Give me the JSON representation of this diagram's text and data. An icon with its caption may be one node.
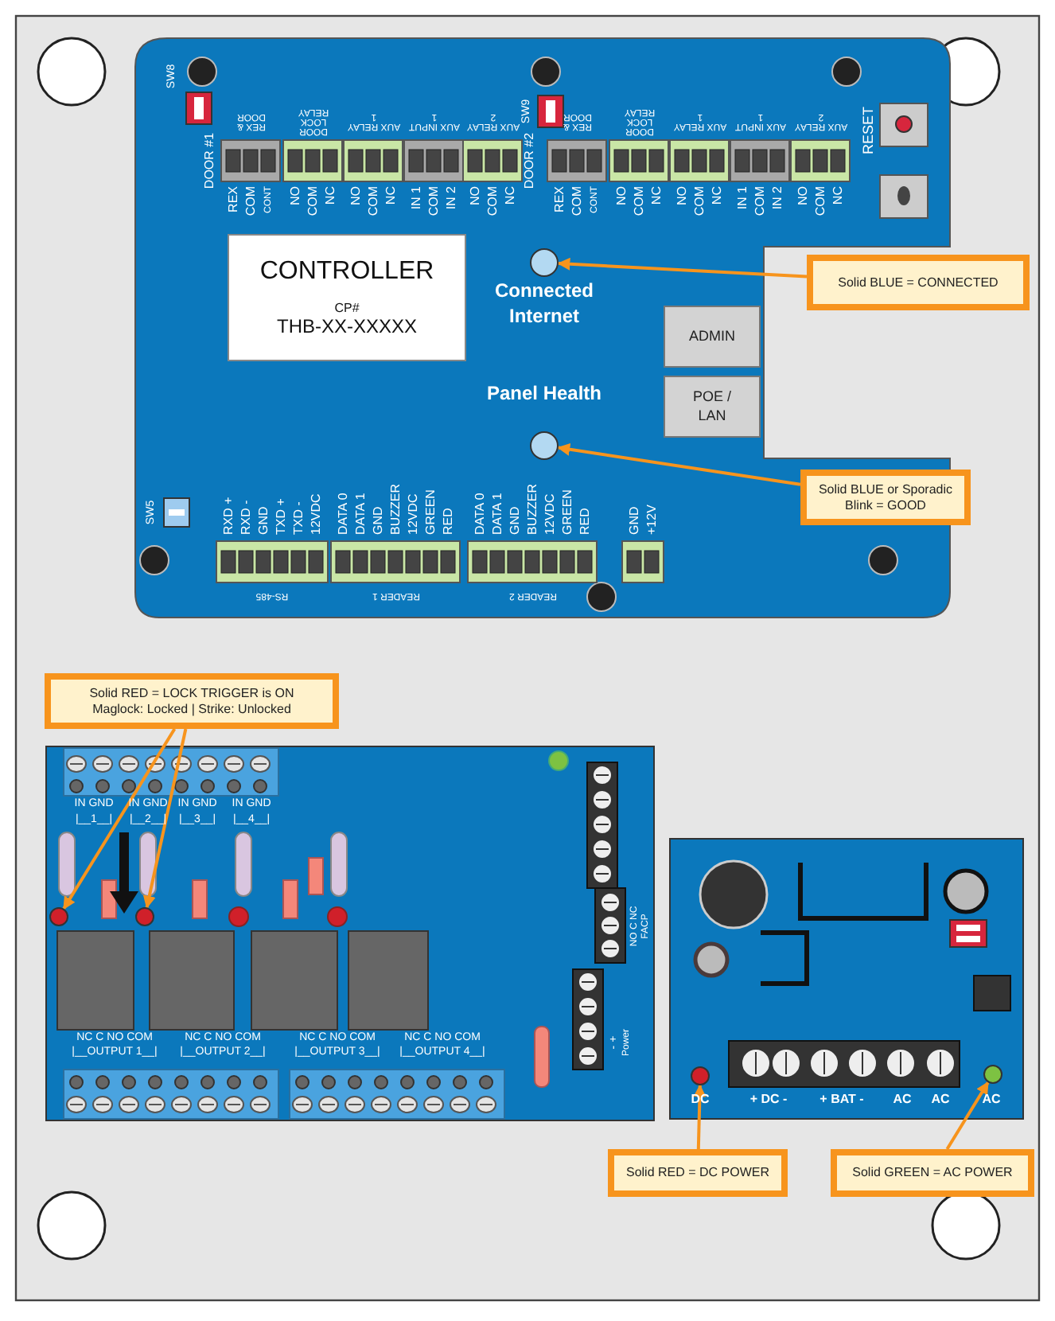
{
  "diagram": {
    "nodes": [
      {
        "text": [
          "CONTROLLER",
          "CP#",
          "THB-XX-XXXXX"
        ]
      },
      {
        "text": [],
        "shape": "circle",
        "beside": [
          "Connected Internet"
        ]
      },
      {
        "text": [
          "Solid BLUE = CONNECTED"
        ]
      },
      {
        "text": [
          "ADMIN"
        ]
      },
      {
        "text": [
          "POE / LAN"
        ]
      },
      {
        "text": [],
        "shape": "circle",
        "beside": [
          "Panel Health"
        ]
      },
      {
        "text": [
          "Solid BLUE or Sporadic Blink = GOOD"
        ]
      },
      {
        "text": [
          "Solid RED = LOCK TRIGGER is ON",
          "Maglock: Locked | Strike: Unlocked"
        ]
      },
      {
        "text": [],
        "shape": "circle"
      },
      {
        "text": [],
        "shape": "circle"
      },
      {
        "text": [
          "Solid RED = DC POWER"
        ]
      },
      {
        "text": [],
        "shape": "circle",
        "beside": [
          "DC"
        ]
      },
      {
        "text": [
          "Solid GREEN = AC POWER"
        ]
      },
      {
        "text": [],
        "shape": "circle",
        "beside": [
          "AC"
        ]
      }
    ],
    "edges": [
      {
        "from": 2,
        "to": 1,
        "arrow": "to"
      },
      {
        "from": 6,
        "to": 5,
        "arrow": "to"
      },
      {
        "from": 7,
        "to": 8,
        "arrow": "to"
      },
      {
        "from": 7,
        "to": 9,
        "arrow": "to"
      },
      {
        "from": 10,
        "to": 11,
        "arrow": "to"
      },
      {
        "from": 12,
        "to": 13,
        "arrow": "to"
      }
    ],
    "labels": [
      "SW8",
      "DOOR #1",
      "REX & DOOR",
      "DOOR LOCK RELAY",
      "AUX RELAY 1",
      "AUX INPUT 1",
      "AUX RELAY 2",
      "SW9",
      "DOOR #2",
      "REX & DOOR",
      "DOOR LOCK RELAY",
      "AUX RELAY 1",
      "AUX INPUT 1",
      "AUX RELAY 2",
      "RESET",
      "REX",
      "COM",
      "CONT",
      "NO",
      "COM",
      "NC",
      "NO",
      "COM",
      "NC",
      "IN 1",
      "COM",
      "IN 2",
      "NO",
      "COM",
      "NC",
      "REX",
      "COM",
      "CONT",
      "NO",
      "COM",
      "NC",
      "NO",
      "COM",
      "NC",
      "IN 1",
      "COM",
      "IN 2",
      "NO",
      "COM",
      "NC",
      "SW5",
      "RXD +",
      "RXD -",
      "GND",
      "TXD +",
      "TXD -",
      "12VDC",
      "DATA 0",
      "DATA 1",
      "GND",
      "BUZZER",
      "12VDC",
      "GREEN",
      "RED",
      "DATA 0",
      "DATA 1",
      "GND",
      "BUZZER",
      "12VDC",
      "GREEN",
      "RED",
      "GND",
      "+12V",
      "RS-485",
      "READER 1",
      "READER 2",
      "IN GND",
      "|__1__|",
      "IN GND",
      "|__2__|",
      "IN GND",
      "|__3__|",
      "IN GND",
      "|__4__|",
      "NO C NC",
      "FACP",
      "- +",
      "Power",
      "NC C NO COM",
      "|__OUTPUT 1__|",
      "NC C NO COM",
      "|__OUTPUT 2__|",
      "NC C NO COM",
      "|__OUTPUT 3__|",
      "NC C NO COM",
      "|__OUTPUT 4__|",
      "+ DC -",
      "+ BAT -",
      "AC",
      "AC"
    ]
  }
}
